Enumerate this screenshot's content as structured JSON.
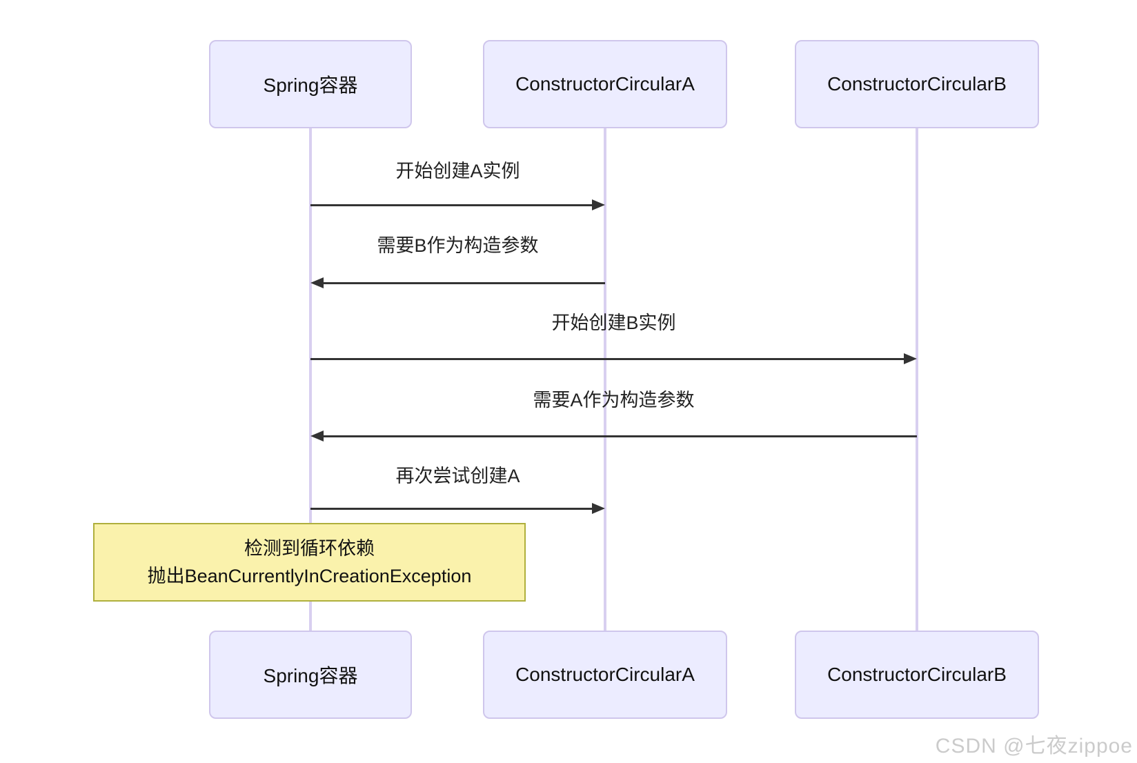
{
  "diagram": {
    "title": "Spring constructor circular dependency sequence",
    "actors": [
      {
        "id": "spring",
        "label": "Spring容器"
      },
      {
        "id": "a",
        "label": "ConstructorCircularA"
      },
      {
        "id": "b",
        "label": "ConstructorCircularB"
      }
    ],
    "messages": [
      {
        "text": "开始创建A实例",
        "from": "Spring容器",
        "to": "ConstructorCircularA",
        "direction": "right"
      },
      {
        "text": "需要B作为构造参数",
        "from": "ConstructorCircularA",
        "to": "Spring容器",
        "direction": "left"
      },
      {
        "text": "开始创建B实例",
        "from": "Spring容器",
        "to": "ConstructorCircularB",
        "direction": "right"
      },
      {
        "text": "需要A作为构造参数",
        "from": "ConstructorCircularB",
        "to": "Spring容器",
        "direction": "left"
      },
      {
        "text": "再次尝试创建A",
        "from": "Spring容器",
        "to": "ConstructorCircularA",
        "direction": "right"
      }
    ],
    "note": {
      "lines": [
        "检测到循环依赖",
        "抛出BeanCurrentlyInCreationException"
      ]
    },
    "colors": {
      "actor_fill": "#ECECFF",
      "actor_border": "#CFC6EC",
      "lifeline": "#D8CFF0",
      "arrow": "#333333",
      "note_fill": "#FAF2AC",
      "note_border": "#AFAF3C",
      "watermark": "#CBCBCB"
    }
  },
  "watermark": {
    "text": "CSDN @七夜zippoe"
  }
}
